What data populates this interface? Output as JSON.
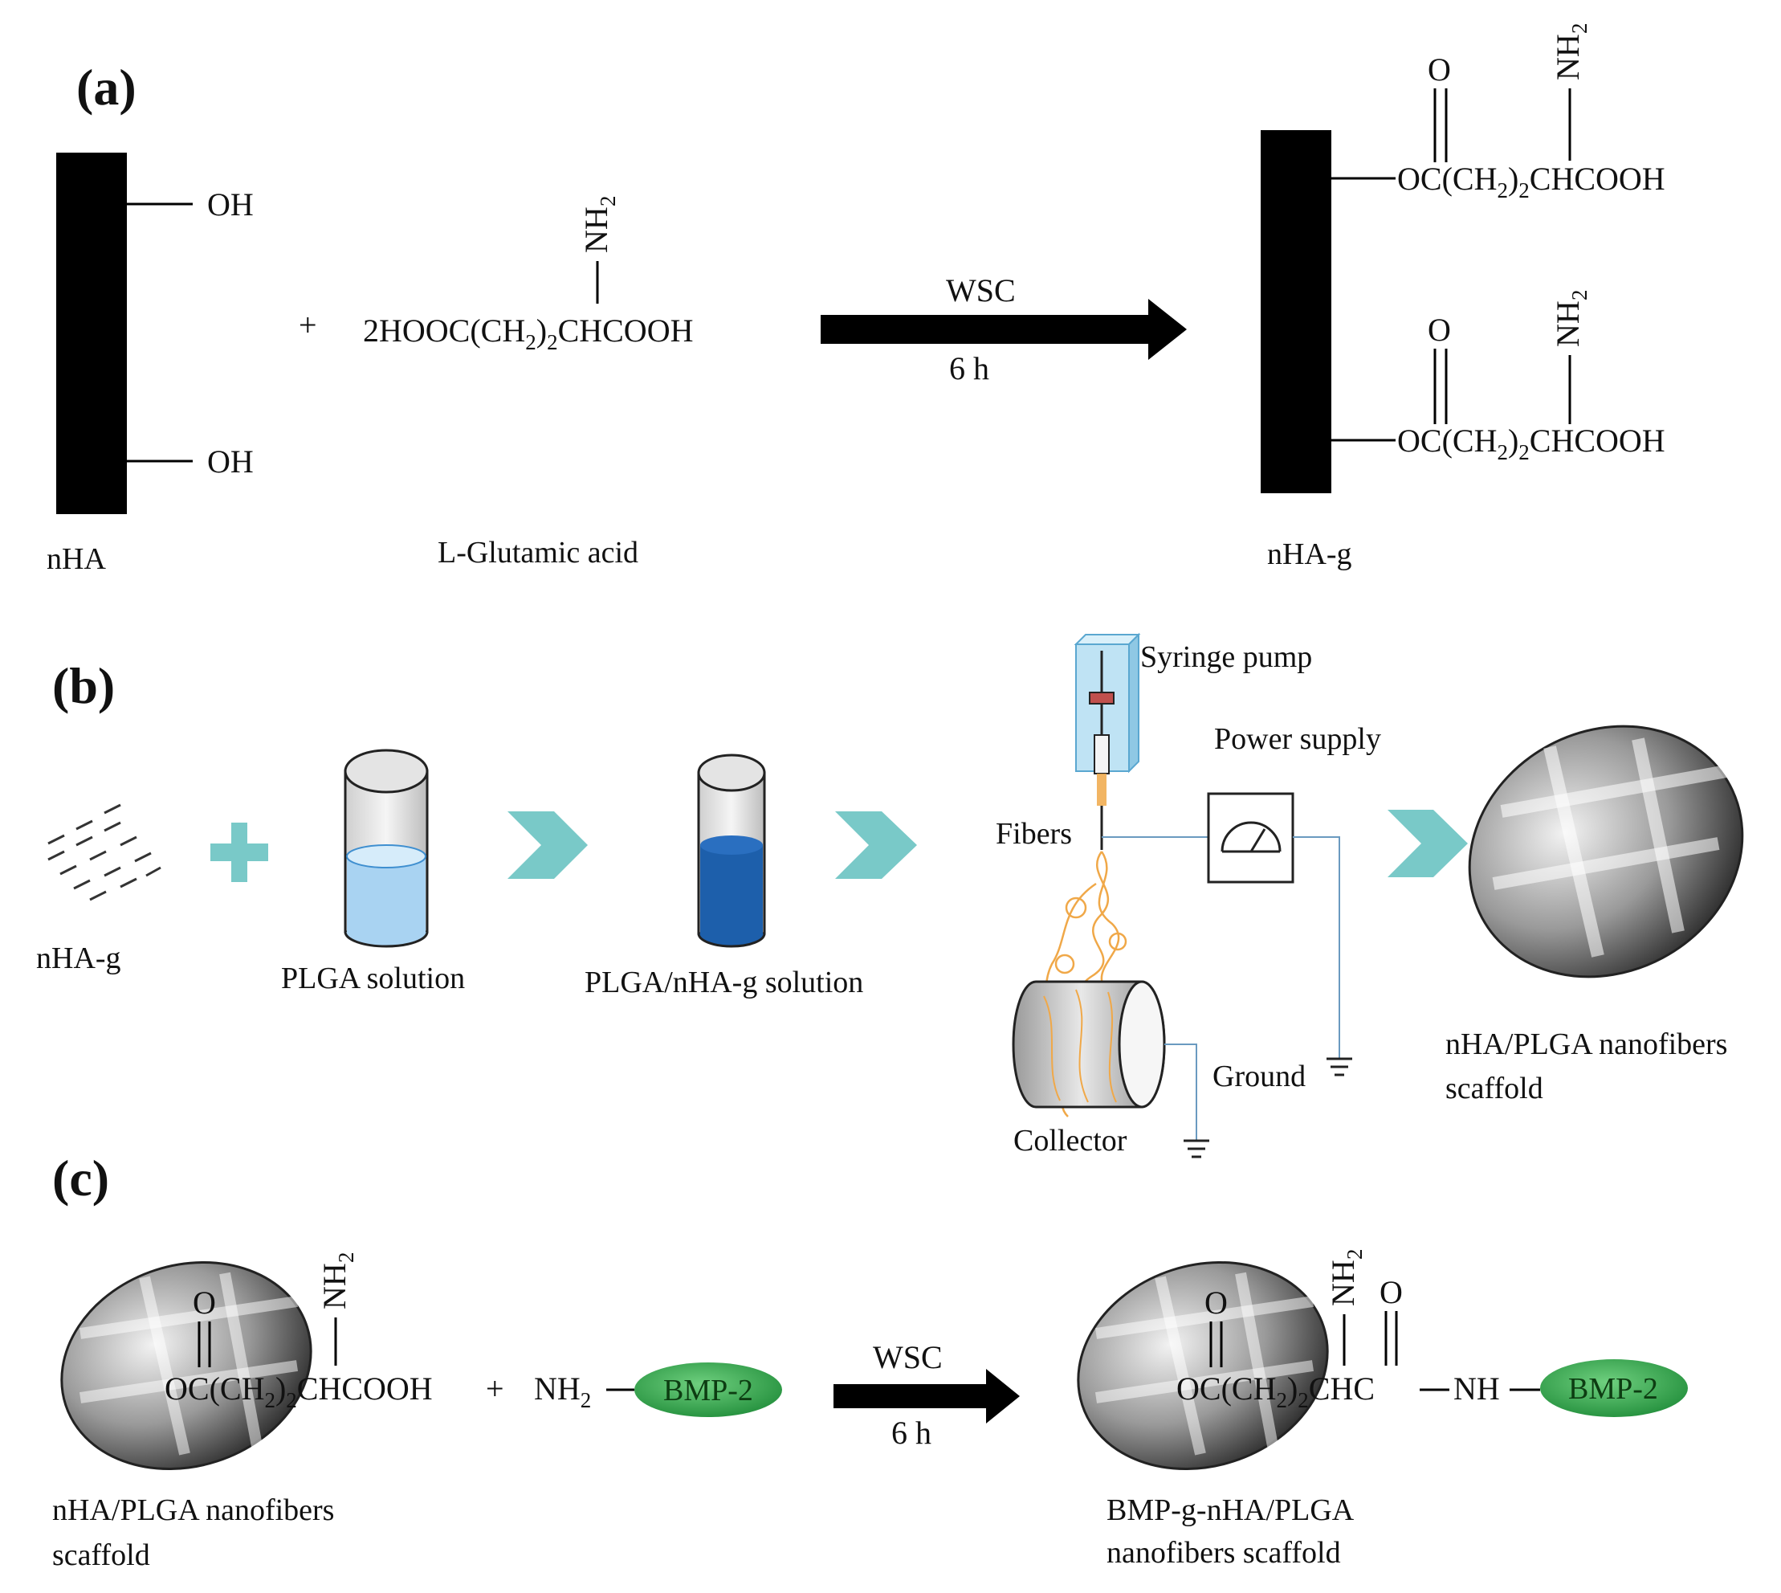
{
  "panel_a": {
    "tag": "(a)",
    "oh_top": "OH",
    "oh_bottom": "OH",
    "nha_label": "nHA",
    "plus": "+",
    "nh2": "NH",
    "nh2_sub": "2",
    "glu_part1": "2HOOC(CH",
    "glu_sub": "2",
    "glu_part2": ")",
    "glu_sub2": "2",
    "glu_part3": "CHCOOH",
    "glu_label": "L-Glutamic acid",
    "reagent": "WSC",
    "time": "6 h",
    "o": "O",
    "ester_part1": "OC(CH",
    "ester_part2": ")",
    "ester_part3": "CHCOOH",
    "product_label": "nHA-g"
  },
  "panel_b": {
    "tag": "(b)",
    "nhag_label": "nHA-g",
    "plga_label": "PLGA solution",
    "mix_label": "PLGA/nHA-g solution",
    "syringe_label": "Syringe pump",
    "power_label": "Power supply",
    "fibers_label": "Fibers",
    "ground_label": "Ground",
    "collector_label": "Collector",
    "scaffold_line1": "nHA/PLGA nanofibers",
    "scaffold_line2": "scaffold"
  },
  "panel_c": {
    "tag": "(c)",
    "o": "O",
    "nh2": "NH",
    "nh2_sub": "2",
    "ester_part1": "OC(CH",
    "ester_part2": ")",
    "ester_part3": "CHCOOH",
    "plus": "+",
    "bmp_nh2": "NH",
    "bmp_nh2_sub": "2",
    "bmp": "BMP-2",
    "reagent": "WSC",
    "time": "6 h",
    "left_line1": "nHA/PLGA nanofibers",
    "left_line2": "scaffold",
    "chc": "CHC",
    "nh": "NH",
    "right_line1": "BMP-g-nHA/PLGA",
    "right_line2": "nanofibers scaffold"
  },
  "colors": {
    "teal_arrow": "#79c9c8",
    "light_liquid": "#a9d3f2",
    "dark_liquid": "#1d5fab",
    "bmp_green": "#2fa24a",
    "fiber_orange": "#f0a848"
  }
}
